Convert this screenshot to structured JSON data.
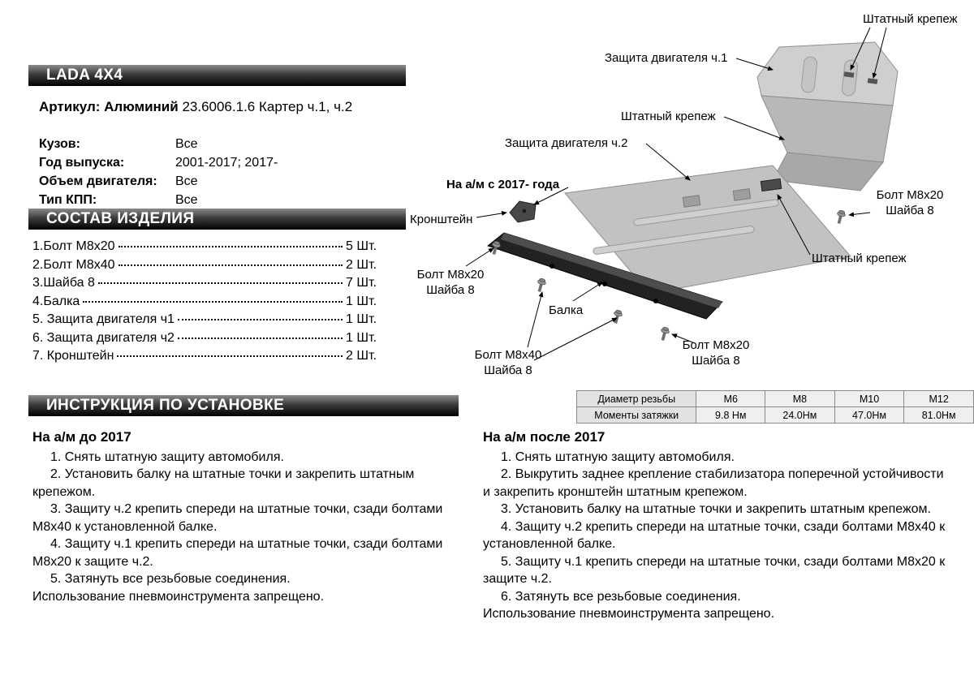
{
  "brand": "LADA 4X4",
  "article": {
    "bold": "Артикул: Алюминий",
    "rest": "23.6006.1.6  Картер ч.1, ч.2"
  },
  "specs": [
    {
      "label": "Кузов:",
      "value": "Все"
    },
    {
      "label": "Год выпуска:",
      "value": "2001-2017; 2017-"
    },
    {
      "label": "Объем двигателя:",
      "value": "Все"
    },
    {
      "label": "Тип КПП:",
      "value": "Все"
    }
  ],
  "composition": {
    "title": "СОСТАВ ИЗДЕЛИЯ",
    "items": [
      {
        "name": "1.Болт М8х20",
        "qty": "5 Шт."
      },
      {
        "name": "2.Болт М8х40",
        "qty": "2 Шт."
      },
      {
        "name": "3.Шайба 8",
        "qty": "7 Шт."
      },
      {
        "name": "4.Балка",
        "qty": "1 Шт."
      },
      {
        "name": "5. Защита двигателя ч1",
        "qty": "1 Шт."
      },
      {
        "name": "6. Защита двигателя ч2",
        "qty": "1 Шт."
      },
      {
        "name": "7. Кронштейн",
        "qty": "2 Шт."
      }
    ]
  },
  "torque": {
    "rows": [
      [
        "Диаметр резьбы",
        "М6",
        "М8",
        "М10",
        "М12"
      ],
      [
        "Моменты затяжки",
        "9.8 Нм",
        "24.0Нм",
        "47.0Нм",
        "81.0Нм"
      ]
    ]
  },
  "instructions": {
    "title": "ИНСТРУКЦИЯ ПО УСТАНОВКЕ",
    "left": {
      "heading": "На а/м до 2017",
      "items": [
        "1. Снять штатную защиту автомобиля.",
        "2. Установить балку на штатные точки и закрепить штатным крепежом.",
        "3. Защиту ч.2 крепить спереди на штатные точки, сзади болтами М8х40 к установленной балке.",
        "4. Защиту ч.1 крепить спереди на штатные точки, сзади болтами М8х20 к защите ч.2.",
        "5. Затянуть все резьбовые соединения."
      ],
      "note": "Использование пневмоинструмента запрещено."
    },
    "right": {
      "heading": "На а/м после 2017",
      "items": [
        "1. Снять штатную защиту автомобиля.",
        "2. Выкрутить заднее крепление стабилизатора поперечной устойчивости и закрепить кронштейн штатным крепежом.",
        "3. Установить балку на штатные точки и закрепить штатным крепежом.",
        "4. Защиту ч.2 крепить спереди на штатные точки, сзади болтами М8х40 к установленной балке.",
        "5. Защиту ч.1 крепить спереди на штатные точки, сзади болтами М8х20 к защите ч.2.",
        "6. Затянуть все резьбовые соединения."
      ],
      "note": "Использование пневмоинструмента запрещено."
    }
  },
  "diagram": {
    "labels": [
      {
        "text": "Штатный крепеж"
      },
      {
        "text": "Защита двигателя ч.1"
      },
      {
        "text": "Штатный крепеж"
      },
      {
        "text": "Защита двигателя ч.2"
      },
      {
        "text": "На а/м с 2017- года"
      },
      {
        "text": "Кронштейн"
      },
      {
        "text": "Болт М8х20\nШайба 8"
      },
      {
        "text": "Штатный крепеж"
      },
      {
        "text": "Болт М8х20\nШайба 8"
      },
      {
        "text": "Балка"
      },
      {
        "text": "Болт М8х40\nШайба 8"
      },
      {
        "text": "Болт М8х20\nШайба 8"
      }
    ]
  }
}
